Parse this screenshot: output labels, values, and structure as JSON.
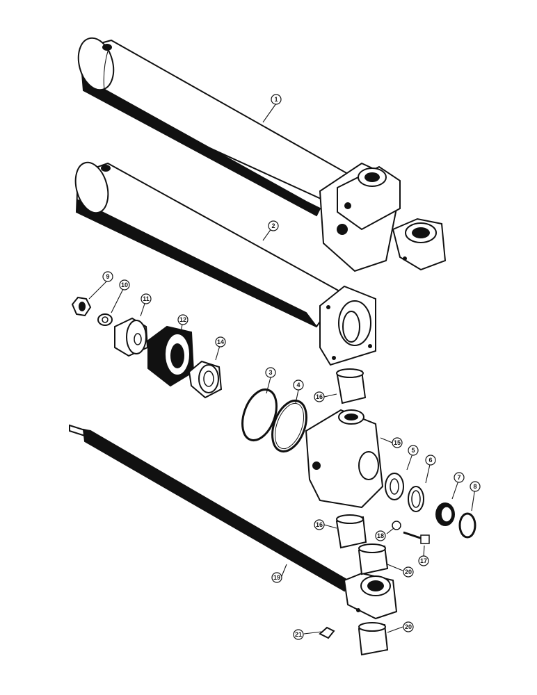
{
  "figure": {
    "callouts": [
      {
        "id": "c1",
        "label": "1"
      },
      {
        "id": "c2",
        "label": "2"
      },
      {
        "id": "c3",
        "label": "3"
      },
      {
        "id": "c4",
        "label": "4"
      },
      {
        "id": "c5",
        "label": "5"
      },
      {
        "id": "c6",
        "label": "6"
      },
      {
        "id": "c7",
        "label": "7"
      },
      {
        "id": "c8",
        "label": "8"
      },
      {
        "id": "c9",
        "label": "9"
      },
      {
        "id": "c10",
        "label": "10"
      },
      {
        "id": "c11",
        "label": "11"
      },
      {
        "id": "c12",
        "label": "12"
      },
      {
        "id": "c14",
        "label": "14"
      },
      {
        "id": "c15",
        "label": "15"
      },
      {
        "id": "c16a",
        "label": "16"
      },
      {
        "id": "c16b",
        "label": "16"
      },
      {
        "id": "c17",
        "label": "17"
      },
      {
        "id": "c18",
        "label": "18"
      },
      {
        "id": "c19",
        "label": "19"
      },
      {
        "id": "c20a",
        "label": "20"
      },
      {
        "id": "c20b",
        "label": "20"
      },
      {
        "id": "c21",
        "label": "21"
      }
    ]
  }
}
